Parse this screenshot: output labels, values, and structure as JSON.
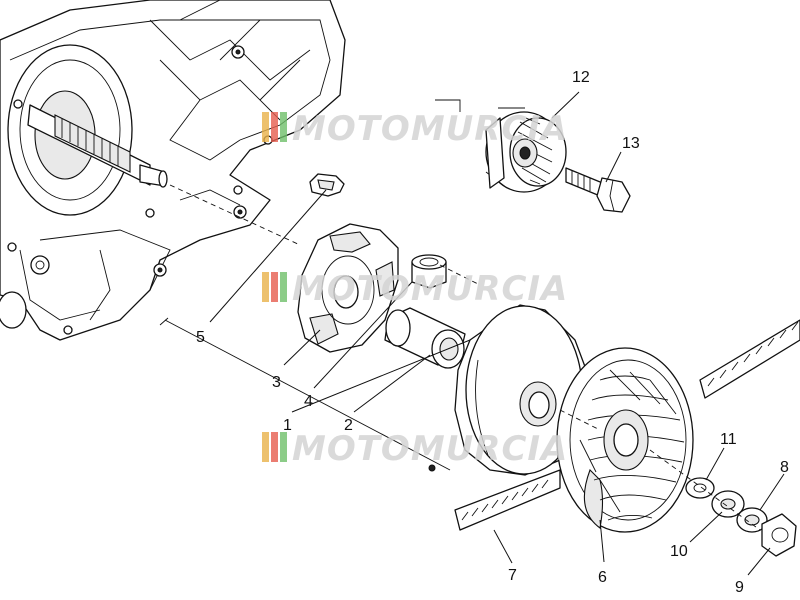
{
  "watermark": {
    "text": "MOTOMURCIA",
    "stripe_colors": [
      "#e9b14a",
      "#e65c4f",
      "#6fbf6a"
    ]
  },
  "callouts": [
    {
      "id": "1",
      "label": "1"
    },
    {
      "id": "2",
      "label": "2"
    },
    {
      "id": "3",
      "label": "3"
    },
    {
      "id": "4",
      "label": "4"
    },
    {
      "id": "5",
      "label": "5"
    },
    {
      "id": "6",
      "label": "6"
    },
    {
      "id": "7",
      "label": "7"
    },
    {
      "id": "8",
      "label": "8"
    },
    {
      "id": "9",
      "label": "9"
    },
    {
      "id": "10",
      "label": "10"
    },
    {
      "id": "11",
      "label": "11"
    },
    {
      "id": "12",
      "label": "12"
    },
    {
      "id": "13",
      "label": "13"
    }
  ]
}
